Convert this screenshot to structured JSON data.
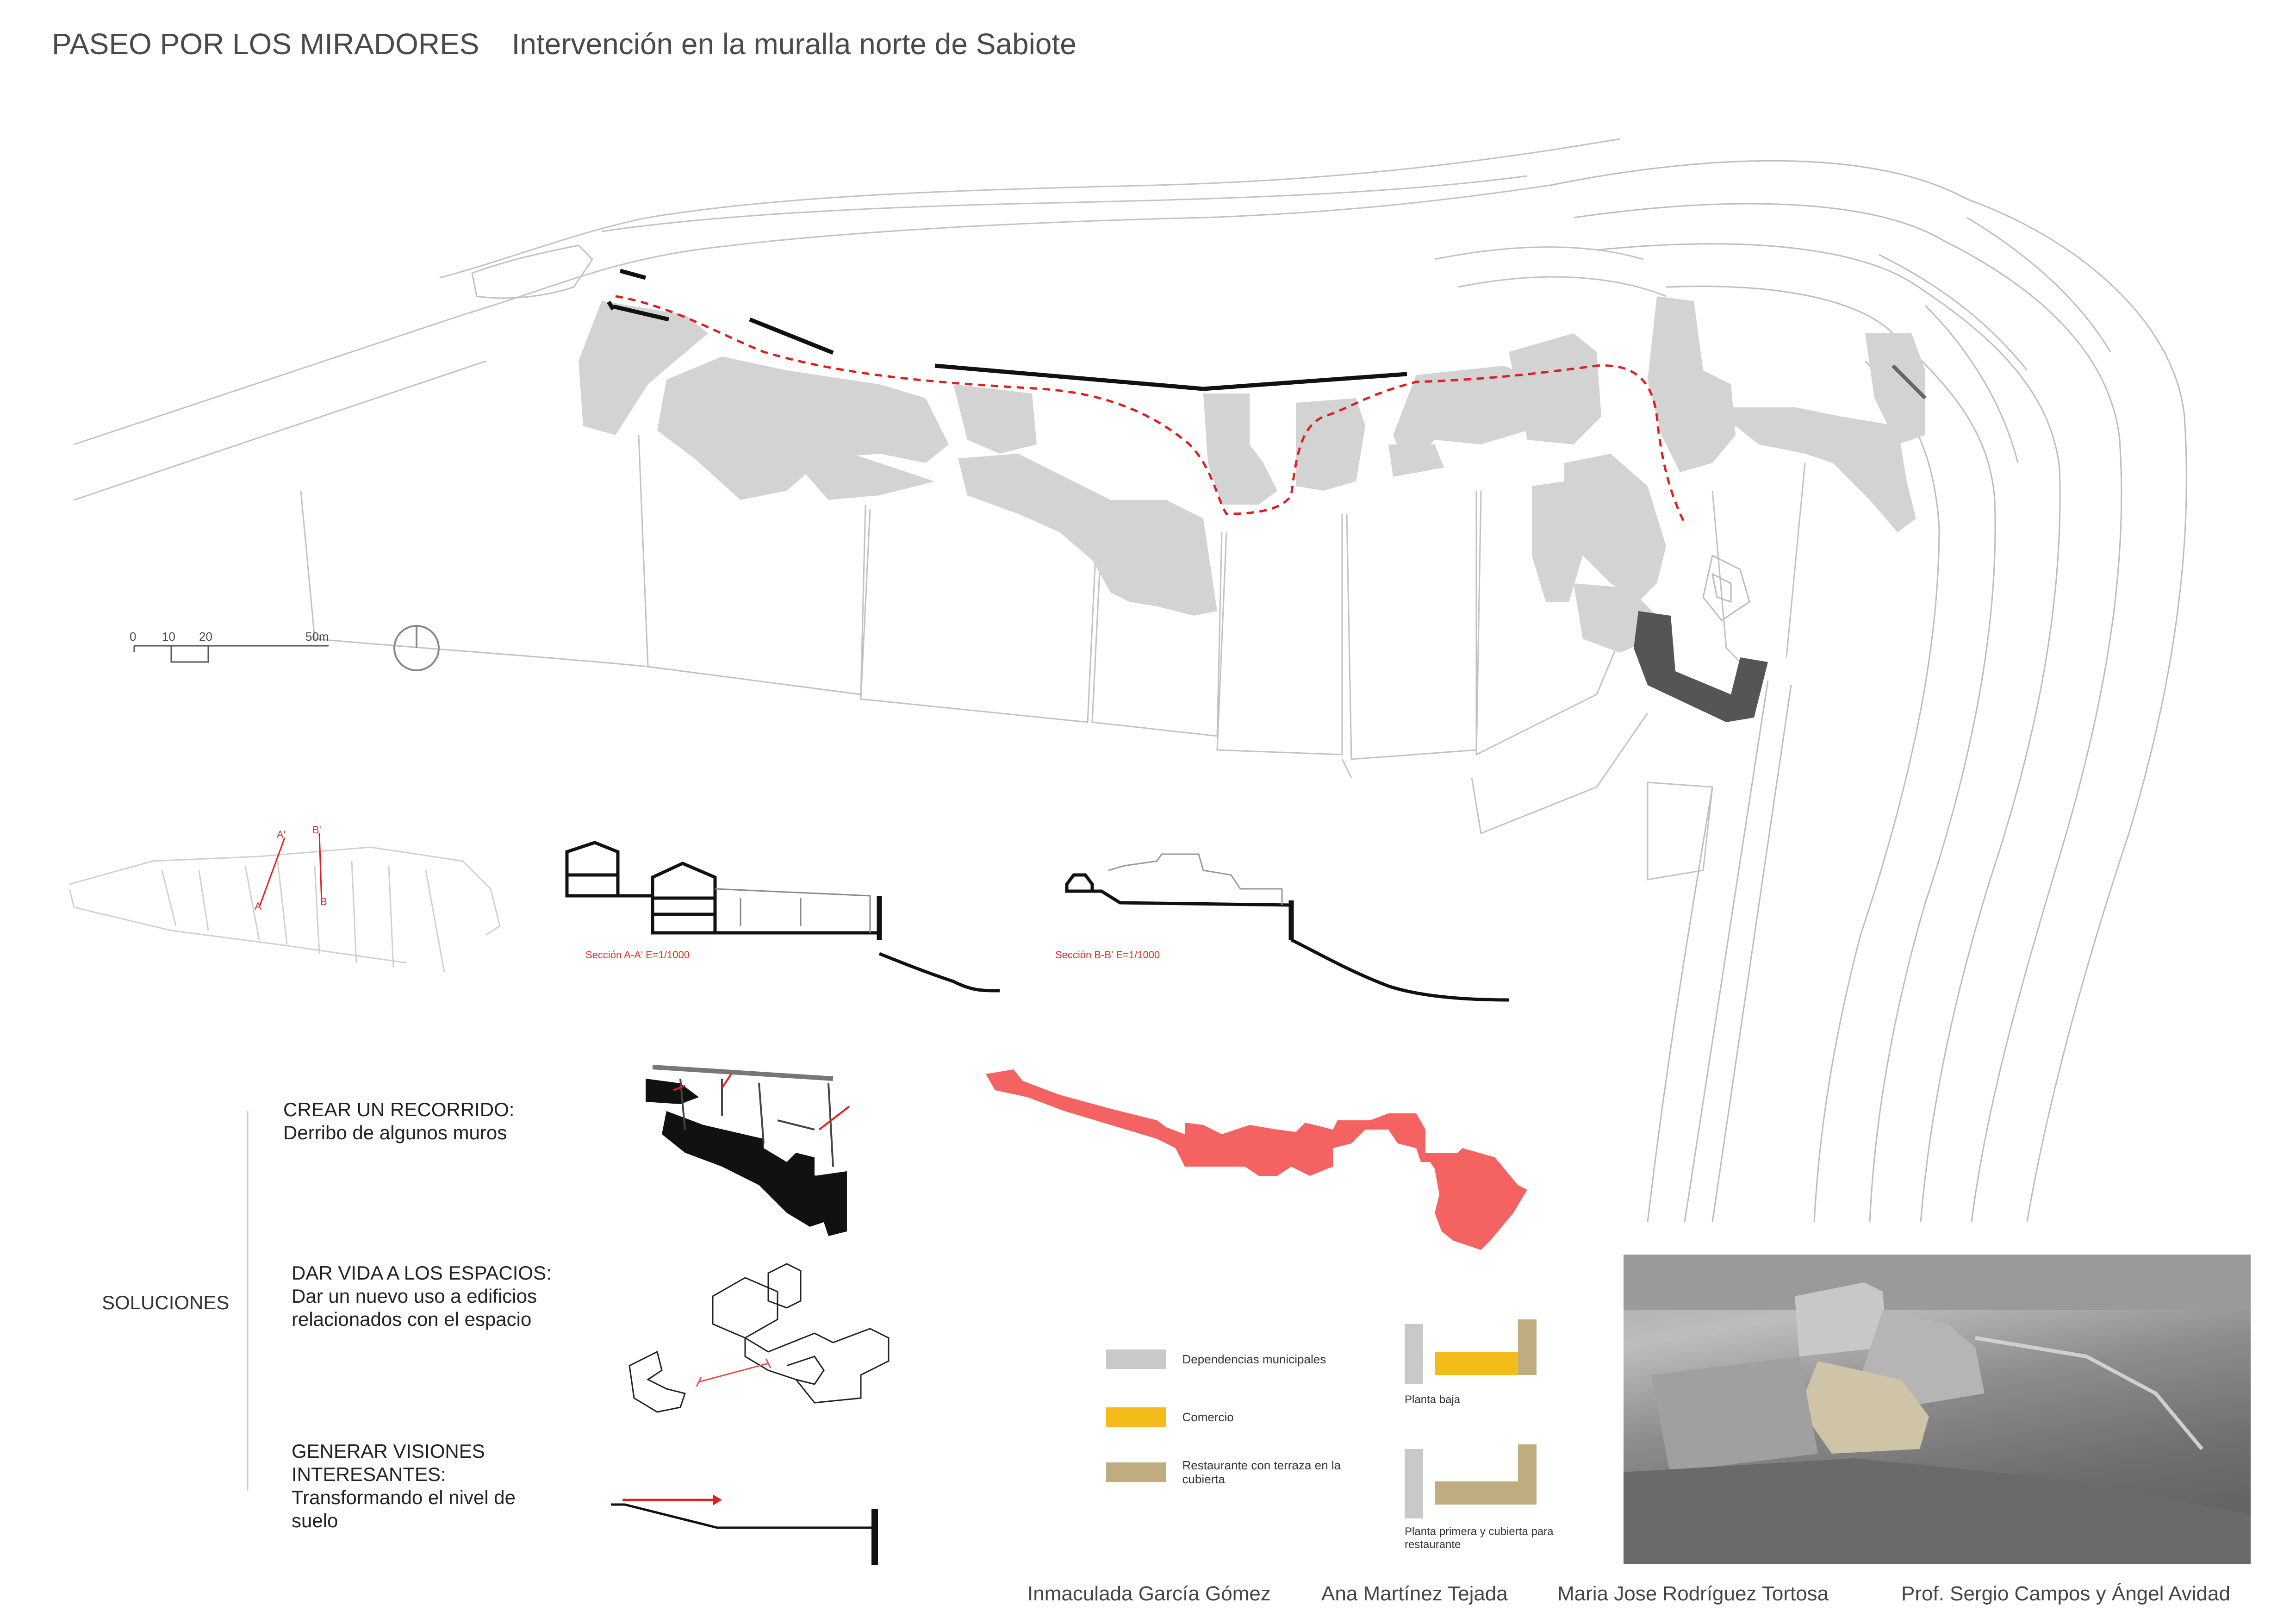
{
  "header": {
    "title": "PASEO POR LOS MIRADORES",
    "subtitle": "Intervención en la muralla norte de Sabiote"
  },
  "scale_bar": {
    "ticks": [
      "0",
      "10",
      "20",
      "50m"
    ]
  },
  "sections": [
    {
      "label": "Sección A-A'   E=1/1000"
    },
    {
      "label": "Sección B-B'   E=1/1000"
    }
  ],
  "key_plan": {
    "cut_a_start": "A",
    "cut_a_end": "A'",
    "cut_b_start": "B",
    "cut_b_end": "B'"
  },
  "solutions": {
    "main_label": "SOLUCIONES",
    "items": [
      {
        "heading": "CREAR UN RECORRIDO:",
        "desc": "Derribo de algunos muros"
      },
      {
        "heading": "DAR VIDA A LOS ESPACIOS:",
        "desc": "Dar un nuevo uso a edificios relacionados con el espacio"
      },
      {
        "heading": "GENERAR VISIONES INTERESANTES:",
        "desc": "Transformando el nivel de suelo"
      }
    ]
  },
  "legend": {
    "items": [
      {
        "label": "Dependencias municipales",
        "color": "#c9c9c9"
      },
      {
        "label": "Comercio",
        "color": "#f5bb1a"
      },
      {
        "label": "Restaurante con terraza en la cubierta",
        "color": "#bfad80"
      }
    ],
    "plan_baja": "Planta baja",
    "plan_primera": "Planta primera y cubierta para restaurante"
  },
  "colors": {
    "building_fill": "#d3d3d3",
    "path_red": "#e02020",
    "route_salmon": "#f56262",
    "dark_building": "#555555"
  },
  "authors": {
    "a1": "Inmaculada García Gómez",
    "a2": "Ana Martínez Tejada",
    "a3": "Maria Jose Rodríguez Tortosa",
    "a4": "Prof. Sergio Campos y Ángel Avidad"
  }
}
